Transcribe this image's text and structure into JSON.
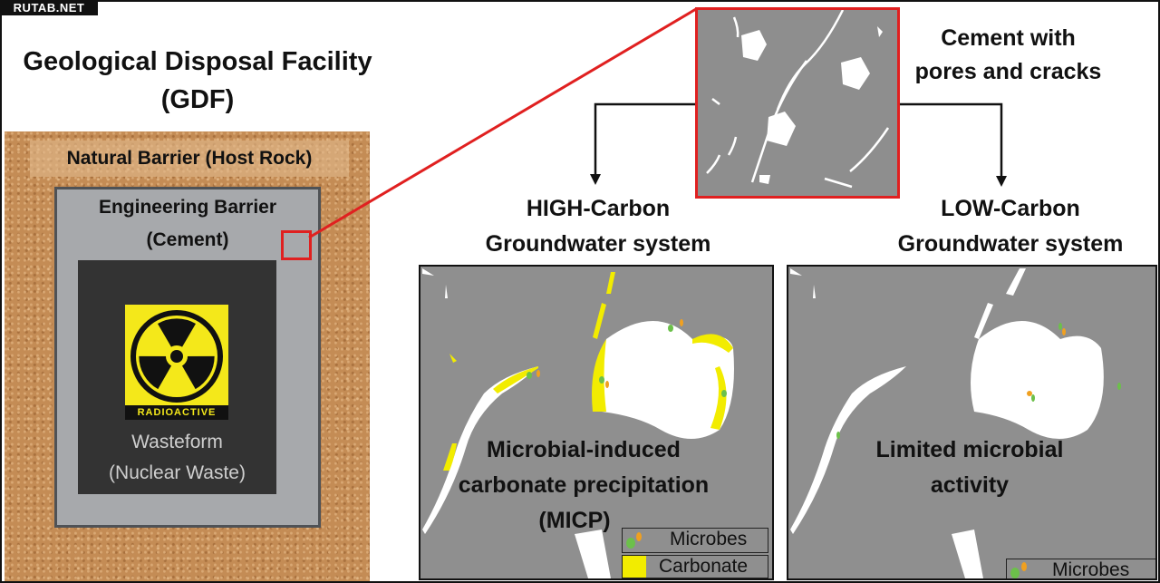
{
  "watermark": "RUTAB.NET",
  "title": {
    "line1": "Geological Disposal Facility",
    "line2": "(GDF)"
  },
  "layers": {
    "natural_barrier": "Natural Barrier (Host Rock)",
    "engineering_barrier_line1": "Engineering Barrier",
    "engineering_barrier_line2": "(Cement)",
    "radioactive_label": "RADIOACTIVE",
    "wasteform_line1": "Wasteform",
    "wasteform_line2": "(Nuclear Waste)"
  },
  "cement_detail": {
    "line1": "Cement with",
    "line2": "pores and cracks"
  },
  "high_carbon": {
    "line1": "HIGH-Carbon",
    "line2": "Groundwater system",
    "desc_line1": "Microbial-induced",
    "desc_line2": "carbonate precipitation",
    "desc_line3": "(MICP)",
    "legend": {
      "microbes": "Microbes",
      "carbonate": "Carbonate"
    }
  },
  "low_carbon": {
    "line1": "LOW-Carbon",
    "line2": "Groundwater system",
    "desc_line1": "Limited microbial",
    "desc_line2": "activity",
    "legend": {
      "microbes": "Microbes"
    }
  },
  "colors": {
    "accent_red": "#e02020",
    "carbonate": "#f2ec00",
    "cement": "#8f8f8f",
    "rock": "#c48c55",
    "microbe_green": "#6cc04a",
    "microbe_orange": "#f0a020"
  }
}
